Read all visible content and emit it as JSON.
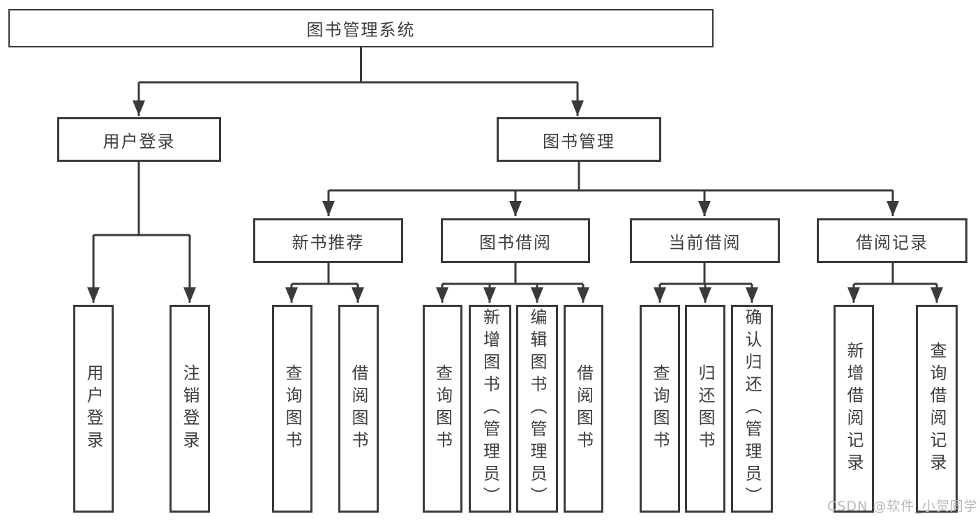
{
  "diagram": {
    "root": {
      "label": "图书管理系统"
    },
    "branches": [
      {
        "label": "用户登录",
        "leaves": [
          "用户登录",
          "注销登录"
        ]
      },
      {
        "label": "图书管理",
        "children": [
          {
            "label": "新书推荐",
            "leaves": [
              "查询图书",
              "借阅图书"
            ]
          },
          {
            "label": "图书借阅",
            "leaves": [
              "查询图书",
              "新增图书（管理员）",
              "编辑图书（管理员）",
              "借阅图书"
            ]
          },
          {
            "label": "当前借阅",
            "leaves": [
              "查询图书",
              "归还图书",
              "确认归还（管理员）"
            ]
          },
          {
            "label": "借阅记录",
            "leaves": [
              "新增借阅记录",
              "查询借阅记录"
            ]
          }
        ]
      }
    ]
  },
  "watermark": {
    "text": "CSDN @软件_小贺同学"
  },
  "colors": {
    "line": "#3a3a3a",
    "text": "#3d3d3d",
    "watermark": "#b9b9b9",
    "background": "#ffffff"
  }
}
